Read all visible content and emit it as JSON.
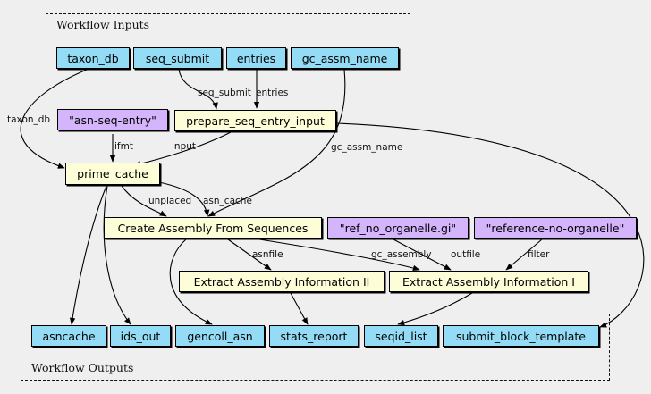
{
  "clusters": {
    "inputs_label": "Workflow Inputs",
    "outputs_label": "Workflow Outputs"
  },
  "inputs": {
    "taxon_db": "taxon_db",
    "seq_submit": "seq_submit",
    "entries": "entries",
    "gc_assm_name": "gc_assm_name"
  },
  "constants": {
    "asn_seq_entry": "\"asn-seq-entry\"",
    "ref_no_organelle_gi": "\"ref_no_organelle.gi\"",
    "reference_no_organelle": "\"reference-no-organelle\""
  },
  "steps": {
    "prepare_seq_entry_input": "prepare_seq_entry_input",
    "prime_cache": "prime_cache",
    "create_assembly": "Create Assembly From Sequences",
    "extract_info_2": "Extract Assembly Information II",
    "extract_info_1": "Extract Assembly Information I"
  },
  "outputs": {
    "asncache": "asncache",
    "ids_out": "ids_out",
    "gencoll_asn": "gencoll_asn",
    "stats_report": "stats_report",
    "seqid_list": "seqid_list",
    "submit_block_template": "submit_block_template"
  },
  "edge_labels": {
    "taxon_db": "taxon_db",
    "seq_submit": "seq_submit",
    "entries": "entries",
    "gc_assm_name": "gc_assm_name",
    "ifmt": "ifmt",
    "input": "input",
    "unplaced": "unplaced",
    "asn_cache": "asn_cache",
    "asnfile": "asnfile",
    "gc_assembly": "gc_assembly",
    "outfile": "outfile",
    "filter": "filter"
  }
}
